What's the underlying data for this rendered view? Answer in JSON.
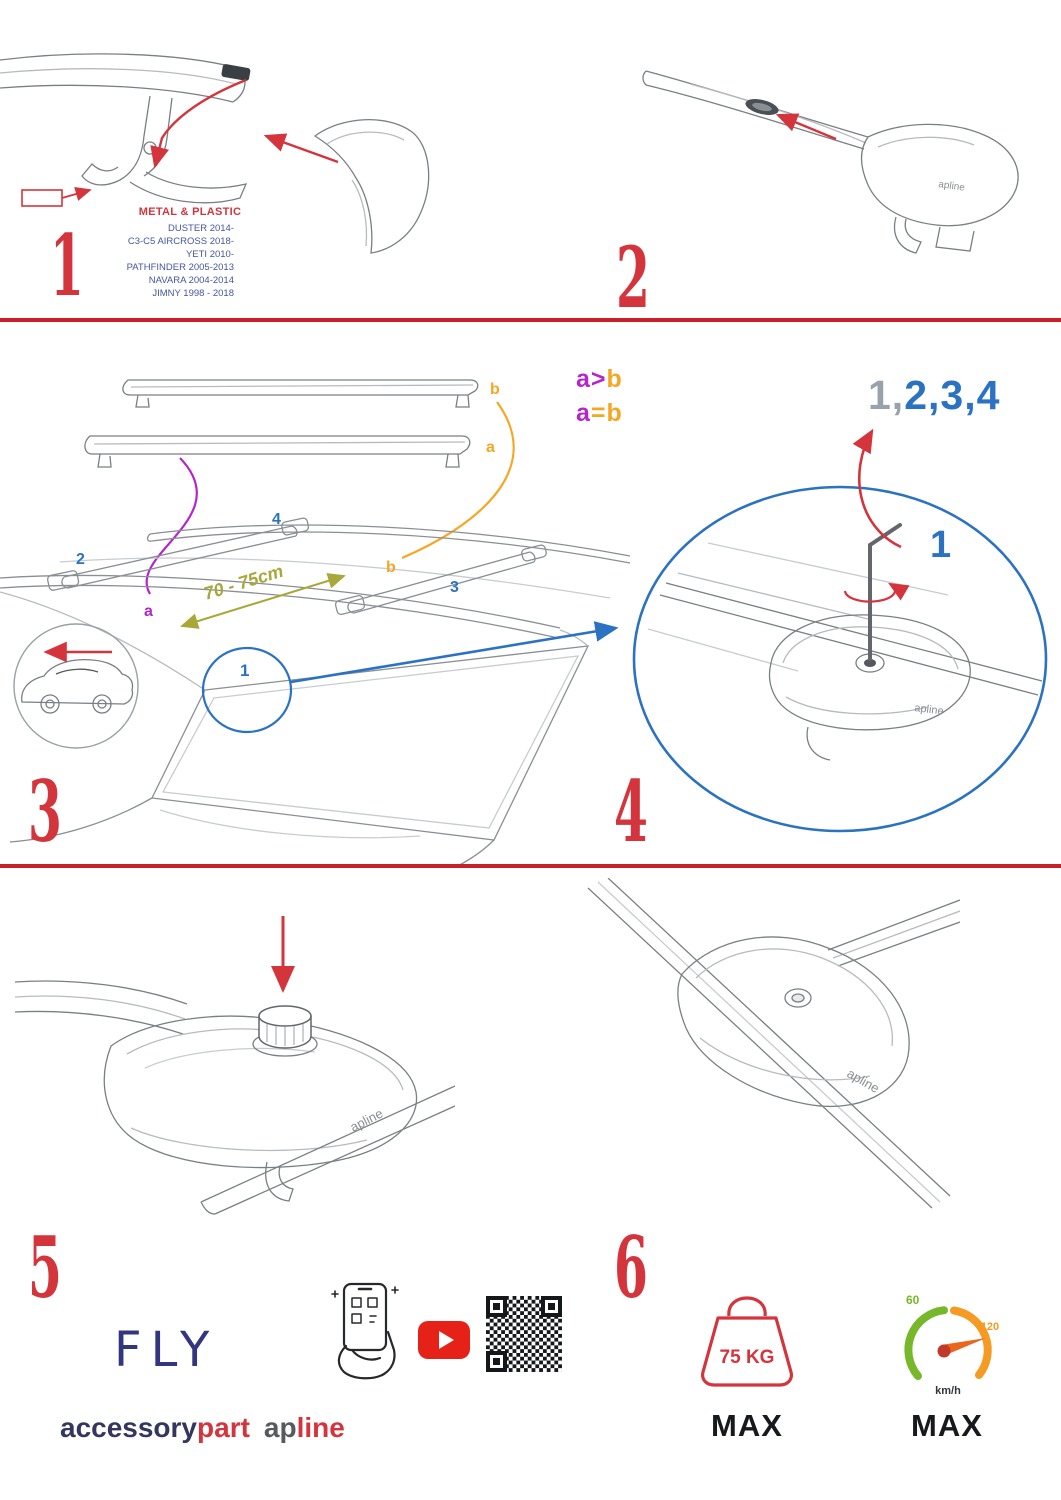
{
  "steps": {
    "n1": "1",
    "n2": "2",
    "n3": "3",
    "n4": "4",
    "n5": "5",
    "n6": "6"
  },
  "step1": {
    "material": "METAL & PLASTIC",
    "models": [
      "DUSTER 2014-",
      "C3-C5 AIRCROSS 2018-",
      "YETI 2010-",
      "PATHFINDER 2005-2013",
      "NAVARA 2004-2014",
      "JIMNY 1998 - 2018"
    ]
  },
  "step3": {
    "bar_label_a": "a",
    "bar_label_b": "b",
    "cmp1_left": "a",
    "cmp1_op": ">",
    "cmp1_right": "b",
    "cmp2_left": "a",
    "cmp2_op": "=",
    "cmp2_right": "b",
    "distance": "70 - 75cm",
    "roof_labels": {
      "p1": "1",
      "p2": "2",
      "p3": "3",
      "p4": "4",
      "a": "a",
      "b": "b"
    }
  },
  "step4": {
    "sequence_prefix": "1,",
    "sequence_rest": "2,3,4",
    "torque_step": "1"
  },
  "brand_small": "apline",
  "footer": {
    "fly": "FLY",
    "accessory": "accessory",
    "part": "part",
    "ap": "ap",
    "line": "line",
    "weight": "75 KG",
    "weight_max": "MAX",
    "speed_low": "60",
    "speed_high": "120",
    "speed_unit": "km/h",
    "speed_max": "MAX"
  },
  "colors": {
    "red": "#d4353d",
    "blue": "#2b72c2",
    "purple": "#b326c9",
    "orange": "#f5a623",
    "olive": "#a8a83a",
    "navy": "#32367e"
  }
}
